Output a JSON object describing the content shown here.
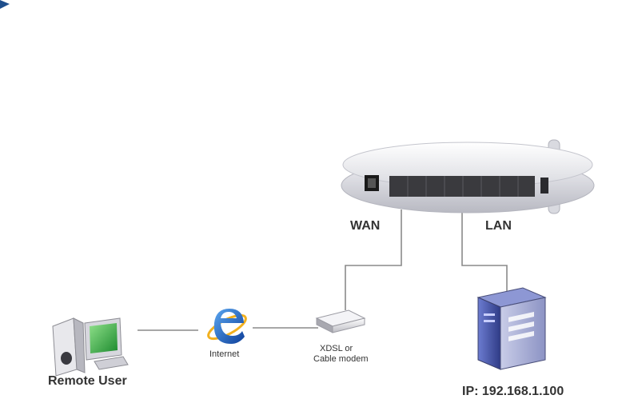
{
  "diagram": {
    "labels": {
      "wan": "WAN",
      "lan": "LAN",
      "remote_user": "Remote User",
      "internet": "Internet",
      "modem_line1": "XDSL or",
      "modem_line2": "Cable modem",
      "server_ip": "IP: 192.168.1.100"
    },
    "colors": {
      "line": "#8a8a8a",
      "router_body": "#e6e6ea",
      "ie_blue": "#1c67c8",
      "server_blue": "#4f5fb0",
      "marker": "#1e4e8c"
    },
    "icons": [
      "arrow-marker-icon",
      "router-icon",
      "antenna-icon",
      "remote-user-computer-icon",
      "internet-explorer-icon",
      "modem-icon",
      "server-icon"
    ]
  }
}
